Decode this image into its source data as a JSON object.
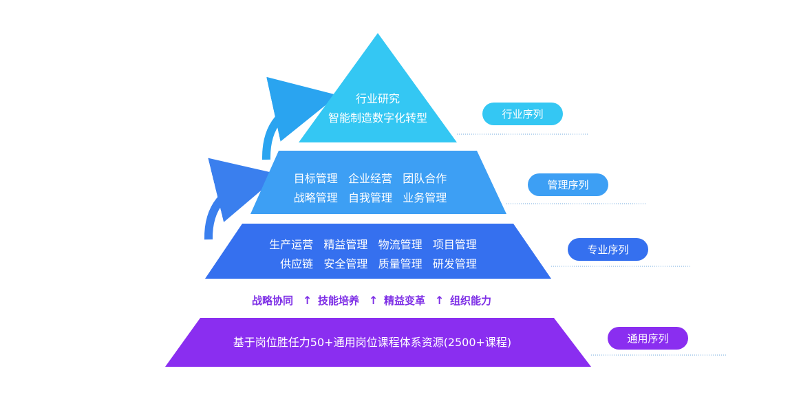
{
  "colors": {
    "layer1": "#34c7f3",
    "layer2": "#3d9ff4",
    "layer3": "#3570ef",
    "layer4": "#8a2ef0",
    "banner": "#7e2fe6",
    "arrow_top": "#2aa4f0",
    "arrow_bottom": "#3a7fee"
  },
  "layers": [
    {
      "id": "industry",
      "lines": [
        "行业研究",
        "智能制造数字化转型"
      ],
      "pill": "行业序列"
    },
    {
      "id": "management",
      "lines": [
        "目标管理   企业经营   团队合作",
        "战略管理   自我管理   业务管理"
      ],
      "pill": "管理序列"
    },
    {
      "id": "professional",
      "lines": [
        "生产运营   精益管理   物流管理   项目管理",
        "供应链   安全管理   质量管理   研发管理"
      ],
      "pill": "专业序列"
    },
    {
      "id": "general",
      "lines": [
        "基于岗位胜任力50+通用岗位课程体系资源(2500+课程)"
      ],
      "pill": "通用序列"
    }
  ],
  "banner": {
    "items": [
      "战略协同",
      "技能培养",
      "精益变革",
      "组织能力"
    ],
    "separator": "↑"
  }
}
